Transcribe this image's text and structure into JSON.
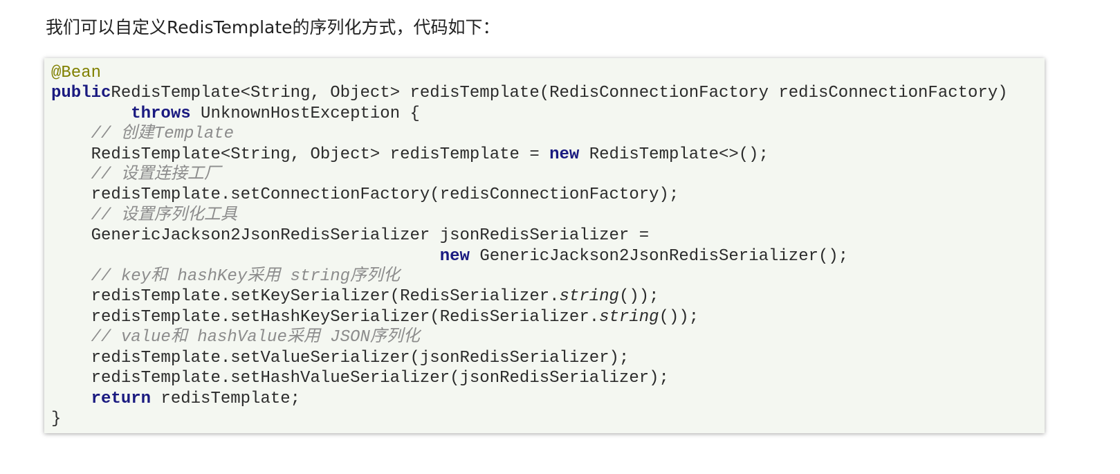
{
  "intro": "我们可以自定义RedisTemplate的序列化方式，代码如下：",
  "code_lines": [
    [
      [
        "an",
        "@Bean"
      ]
    ],
    [
      [
        "kw",
        "public"
      ],
      [
        "",
        "RedisTemplate<String, Object> redisTemplate(RedisConnectionFactory redisConnectionFactory)"
      ]
    ],
    [
      [
        "",
        "        "
      ],
      [
        "kw",
        "throws"
      ],
      [
        "",
        "",
        " UnknownHostException {"
      ]
    ],
    [
      [
        "",
        "    "
      ],
      [
        "cm",
        "// 创建Template"
      ]
    ],
    [
      [
        "",
        "    RedisTemplate<String, Object> redisTemplate = "
      ],
      [
        "kw",
        "new"
      ],
      [
        "",
        " RedisTemplate<>();"
      ]
    ],
    [
      [
        "",
        "    "
      ],
      [
        "cm",
        "// 设置连接工厂"
      ]
    ],
    [
      [
        "",
        "    redisTemplate.setConnectionFactory(redisConnectionFactory);"
      ]
    ],
    [
      [
        "",
        "    "
      ],
      [
        "cm",
        "// 设置序列化工具"
      ]
    ],
    [
      [
        "",
        "    GenericJackson2JsonRedisSerializer jsonRedisSerializer ="
      ]
    ],
    [
      [
        "",
        "                                       "
      ],
      [
        "kw",
        "new"
      ],
      [
        "",
        " GenericJackson2JsonRedisSerializer();"
      ]
    ],
    [
      [
        "",
        "    "
      ],
      [
        "cm",
        "// key和 hashKey采用 string序列化"
      ]
    ],
    [
      [
        "",
        "    redisTemplate.setKeySerializer(RedisSerializer."
      ],
      [
        "it",
        "string"
      ],
      [
        "",
        "());"
      ]
    ],
    [
      [
        "",
        "    redisTemplate.setHashKeySerializer(RedisSerializer."
      ],
      [
        "it",
        "string"
      ],
      [
        "",
        "());"
      ]
    ],
    [
      [
        "",
        "    "
      ],
      [
        "cm",
        "// value和 hashValue采用 JSON序列化"
      ]
    ],
    [
      [
        "",
        "    redisTemplate.setValueSerializer(jsonRedisSerializer);"
      ]
    ],
    [
      [
        "",
        "    redisTemplate.setHashValueSerializer(jsonRedisSerializer);"
      ]
    ],
    [
      [
        "",
        "    "
      ],
      [
        "kw",
        "return"
      ],
      [
        "",
        " redisTemplate;"
      ]
    ],
    [
      [
        "",
        "}"
      ]
    ]
  ]
}
